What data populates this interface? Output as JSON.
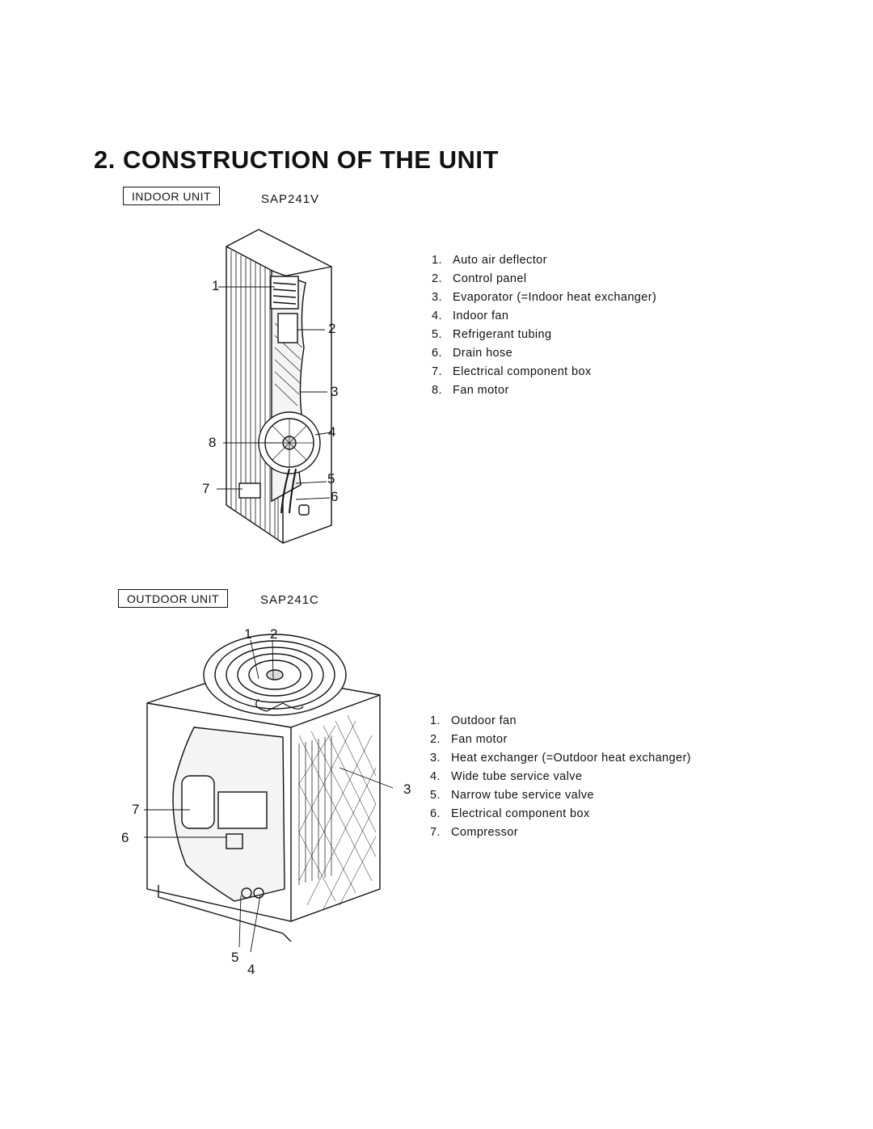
{
  "page": {
    "title": "2.  CONSTRUCTION OF THE UNIT"
  },
  "indoor": {
    "label": "INDOOR UNIT",
    "model": "SAP241V",
    "callouts": [
      "1",
      "2",
      "3",
      "4",
      "5",
      "6",
      "7",
      "8"
    ],
    "parts": [
      {
        "num": "1.",
        "text": "Auto air deflector"
      },
      {
        "num": "2.",
        "text": "Control panel"
      },
      {
        "num": "3.",
        "text": "Evaporator (=Indoor heat exchanger)"
      },
      {
        "num": "4.",
        "text": "Indoor fan"
      },
      {
        "num": "5.",
        "text": "Refrigerant tubing"
      },
      {
        "num": "6.",
        "text": "Drain hose"
      },
      {
        "num": "7.",
        "text": "Electrical component box"
      },
      {
        "num": "8.",
        "text": "Fan motor"
      }
    ]
  },
  "outdoor": {
    "label": "OUTDOOR UNIT",
    "model": "SAP241C",
    "callouts": [
      "1",
      "2",
      "3",
      "4",
      "5",
      "6",
      "7"
    ],
    "parts": [
      {
        "num": "1.",
        "text": "Outdoor fan"
      },
      {
        "num": "2.",
        "text": "Fan motor"
      },
      {
        "num": "3.",
        "text": "Heat exchanger (=Outdoor heat exchanger)"
      },
      {
        "num": "4.",
        "text": "Wide tube service valve"
      },
      {
        "num": "5.",
        "text": "Narrow tube service valve"
      },
      {
        "num": "6.",
        "text": "Electrical component box"
      },
      {
        "num": "7.",
        "text": "Compressor"
      }
    ]
  }
}
